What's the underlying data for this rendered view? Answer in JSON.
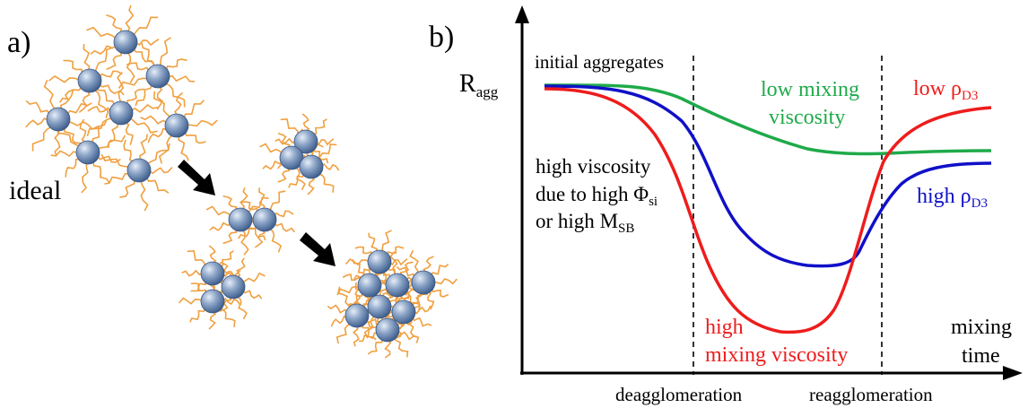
{
  "panel_a": {
    "label": "a)",
    "ideal_label": "ideal"
  },
  "panel_b": {
    "label": "b)",
    "y_axis": {
      "main": "R",
      "sub": "agg"
    },
    "x_axis": {
      "line1": "mixing",
      "line2": "time"
    },
    "initial_aggregates": "initial aggregates",
    "deagglomeration": "deagglomeration",
    "reagglomeration": "reagglomeration",
    "high_viscosity_note": {
      "line1": "high viscosity",
      "line2_prefix": "due to high ",
      "line2_symbol": "Φ",
      "line2_sub": "si",
      "line3_prefix": "or high ",
      "line3_symbol": "M",
      "line3_sub": "SB"
    },
    "curves": {
      "green": {
        "label_line1": "low mixing",
        "label_line2": "viscosity",
        "color": "#1faa4a"
      },
      "red": {
        "label_line1": "high",
        "label_line2": "mixing viscosity",
        "end_label_prefix": "low ",
        "end_label_symbol": "ρ",
        "end_label_sub": "D3",
        "color": "#ee1c1c"
      },
      "blue": {
        "end_label_prefix": "high ",
        "end_label_symbol": "ρ",
        "end_label_sub": "D3",
        "color": "#1010c8"
      }
    }
  },
  "colors": {
    "particle_light": "#c9d8ec",
    "particle_dark": "#4a6a98",
    "ligand": "#f0a040",
    "arrow": "#000000"
  }
}
